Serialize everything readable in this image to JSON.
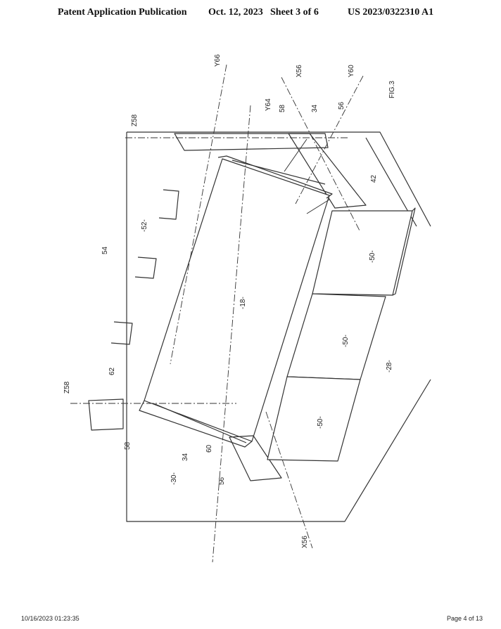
{
  "header": {
    "publication": "Patent Application Publication",
    "date": "Oct. 12, 2023",
    "sheet": "Sheet 3 of 6",
    "number": "US 2023/0322310 A1"
  },
  "figure": {
    "title": "FIG.3",
    "labels": {
      "y66": "Y66",
      "x56_top": "X56",
      "y60": "Y60",
      "y64": "Y64",
      "z58_top": "Z58",
      "ref58_top": "58",
      "ref34_top": "34",
      "ref56_top": "56",
      "ref42": "42",
      "ref52": "-52-",
      "ref54": "54",
      "ref18": "-18-",
      "ref50_a": "-50-",
      "ref50_b": "-50-",
      "ref50_c": "-50-",
      "ref28": "-28-",
      "z58_bottom": "Z58",
      "ref62": "62",
      "ref58_bottom": "58",
      "ref34_bottom": "34",
      "ref60": "60",
      "ref30": "-30-",
      "ref56_bottom": "56",
      "x56_bottom": "X56"
    }
  },
  "footer": {
    "timestamp": "10/16/2023 01:23:35",
    "page": "Page 4 of 13"
  }
}
